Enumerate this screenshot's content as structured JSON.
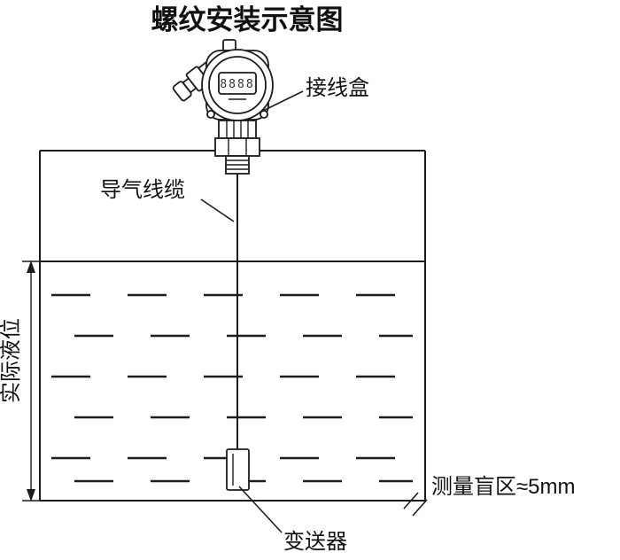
{
  "title": "螺纹安装示意图",
  "device": {
    "display_value": "8888"
  },
  "labels": {
    "junction_box": "接线盒",
    "air_cable": "导气线缆",
    "actual_level": "实际液位",
    "blind_zone": "测量盲区≈5mm",
    "transmitter": "变送器"
  },
  "colors": {
    "line": "#1c1c1c",
    "background": "#ffffff",
    "text": "#111111"
  }
}
